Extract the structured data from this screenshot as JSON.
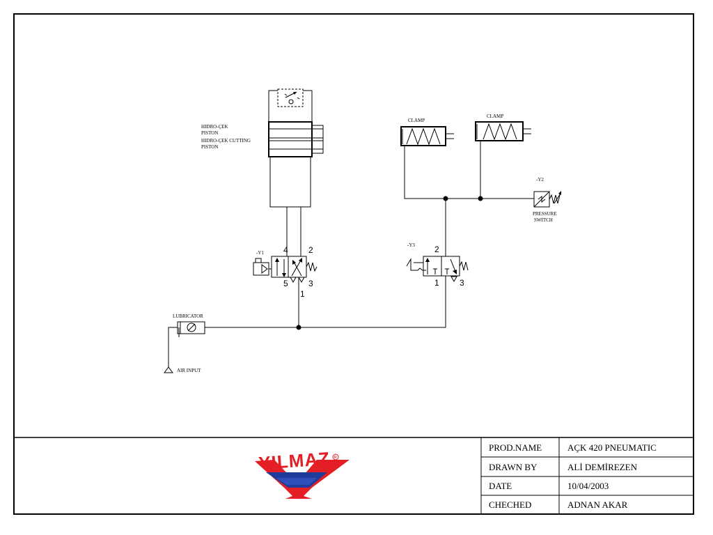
{
  "diagram": {
    "cylinder_label_lines": [
      "HIDRO-ÇEK",
      "PISTON",
      "HIDRO-ÇEK CUTTING",
      "PISTON"
    ],
    "clamp_left_label": "CLAMP",
    "clamp_right_label": "CLAMP",
    "pressure_switch_tag": "-Y2",
    "pressure_switch_label_lines": [
      "PRESSURE",
      "SWITCH"
    ],
    "valve1": {
      "tag": "-Y1",
      "ports": {
        "p4": "4",
        "p2": "2",
        "p5": "5",
        "p3": "3",
        "p1": "1"
      }
    },
    "valve3": {
      "tag": "-Y3",
      "ports": {
        "p2": "2",
        "p1": "1",
        "p3": "3"
      }
    },
    "lubricator_label": "LUBRICATOR",
    "air_input_label": "AIR INPUT"
  },
  "title_block": {
    "logo_text": "YILMAZ",
    "rows": [
      {
        "key": "PROD.NAME",
        "value": "AÇK 420 PNEUMATIC"
      },
      {
        "key": "DRAWN BY",
        "value": "ALİ DEMİREZEN"
      },
      {
        "key": "DATE",
        "value": "10/04/2003"
      },
      {
        "key": "CHECHED",
        "value": "ADNAN AKAR"
      }
    ]
  },
  "colors": {
    "logo_red": "#e31e24",
    "logo_blue": "#1f3c9a"
  }
}
